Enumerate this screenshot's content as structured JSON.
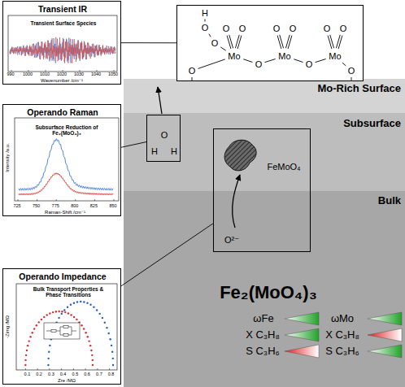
{
  "diagram": {
    "nodes": [
      {
        "text": [
          "Transient IR",
          "Transient Surface Species"
        ]
      },
      {
        "text": [
          "Operando Raman",
          "Subsurface Reduction of Fe₂(MoO₄)₃"
        ]
      },
      {
        "text": [
          "Operando Impedance",
          "Bulk Transport Properties & Phase Transitions"
        ]
      },
      {
        "text": [
          "H",
          "O",
          "O",
          "O",
          "O",
          "Mo",
          "O",
          "O",
          "O",
          "Mo",
          "O",
          "O",
          "O",
          "Mo",
          "O",
          "O"
        ]
      },
      {
        "text": [
          "Mo-Rich Surface"
        ]
      },
      {
        "text": [
          "Subsurface"
        ]
      },
      {
        "text": [
          "Bulk",
          "Fe₂(MoO₄)₃"
        ]
      },
      {
        "text": [
          "O",
          "H",
          "H"
        ]
      },
      {
        "text": [
          "FeMoO₄",
          "O²⁻"
        ]
      }
    ],
    "edges": [
      {
        "from": 0,
        "to": 3,
        "arrow": "none"
      },
      {
        "from": 1,
        "to": 7,
        "arrow": "none"
      },
      {
        "from": 2,
        "to": 8,
        "arrow": "none"
      }
    ],
    "labels": [
      "990",
      "1000",
      "1010",
      "1020",
      "1030",
      "1040",
      "1050",
      "Wavenumber /cm⁻¹",
      "725",
      "750",
      "775",
      "800",
      "825",
      "850",
      "Raman-Shift /cm⁻¹",
      "Intensity /a.u.",
      "0.1",
      "0.2",
      "0.3",
      "0.4",
      "0.5",
      "0.6",
      "0.7",
      "0.8",
      "Zre /MΩ",
      "-Zimg /MΩ",
      "ωFe",
      "ωMo",
      "X C₃H₈",
      "X C₃H₈",
      "S C₃H₆",
      "S C₃H₆"
    ]
  }
}
